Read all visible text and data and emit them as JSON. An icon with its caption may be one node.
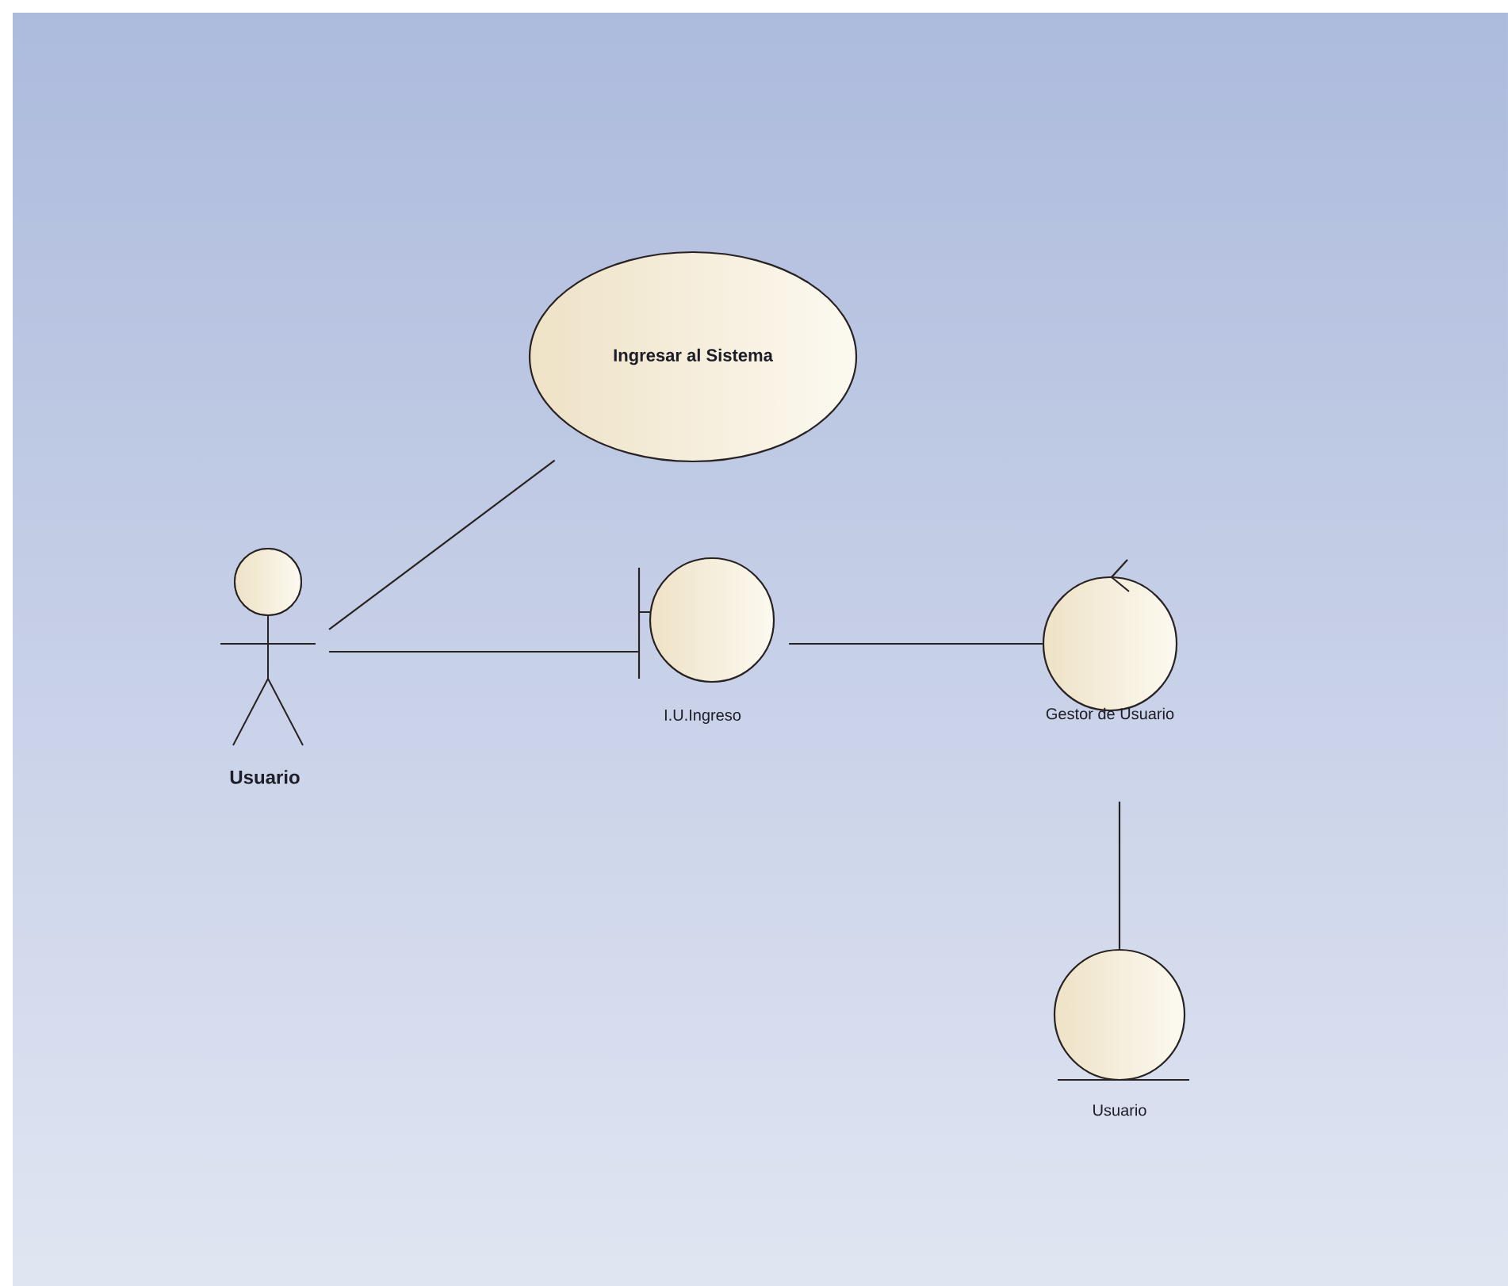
{
  "diagram": {
    "nodes": [
      {
        "text": [
          "Usuario"
        ]
      },
      {
        "text": [
          "Ingresar al Sistema"
        ]
      },
      {
        "text": [
          "I.U.Ingreso"
        ]
      },
      {
        "text": [
          "Gestor de Usuario"
        ]
      },
      {
        "text": [
          "Usuario"
        ]
      }
    ],
    "edges": [
      {
        "from": 0,
        "to": 1,
        "arrow": "none"
      },
      {
        "from": 0,
        "to": 2,
        "arrow": "none"
      },
      {
        "from": 2,
        "to": 3,
        "arrow": "none"
      },
      {
        "from": 3,
        "to": 4,
        "arrow": "none"
      }
    ]
  }
}
